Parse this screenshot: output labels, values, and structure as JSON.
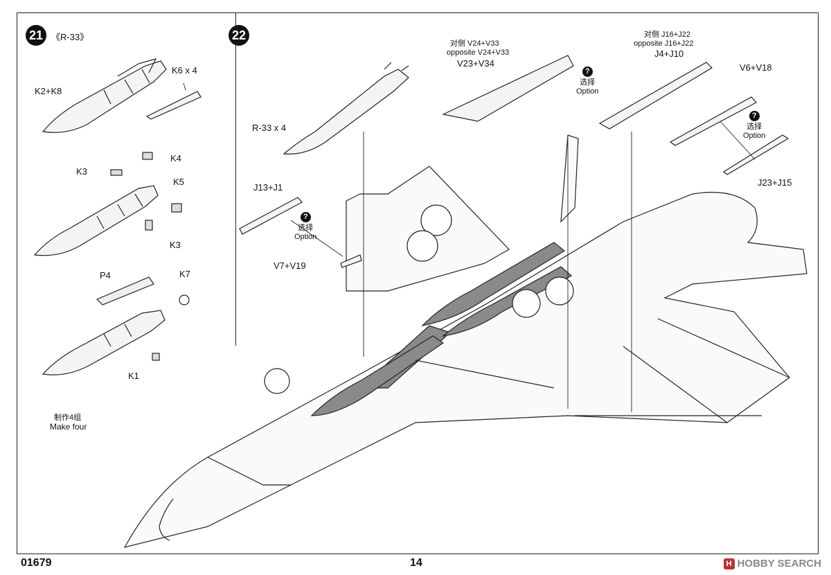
{
  "step21": {
    "number": "21",
    "title": "《R-33》",
    "labels": {
      "k2k8": "K2+K8",
      "k6x4": "K6 x 4",
      "k4": "K4",
      "k3a": "K3",
      "k5": "K5",
      "k3b": "K3",
      "p4": "P4",
      "k7": "K7",
      "k1": "K1"
    },
    "note_cn": "制作4组",
    "note_en": "Make four"
  },
  "step22": {
    "number": "22",
    "labels": {
      "r33x4": "R-33 x 4",
      "v24_cn": "对侧 V24+V33",
      "v24_en": "opposite V24+V33",
      "v23": "V23+V34",
      "j16_cn": "对侧 J16+J22",
      "j16_en": "opposite  J16+J22",
      "j4": "J4+J10",
      "v6": "V6+V18",
      "j13": "J13+J1",
      "v7": "V7+V19",
      "j23": "J23+J15"
    },
    "option_cn": "选择",
    "option_en": "Option",
    "option_mark": "?"
  },
  "footer": {
    "code": "01679",
    "page": "14"
  },
  "watermark": {
    "logo": "H",
    "text": "HOBBY SEARCH"
  }
}
